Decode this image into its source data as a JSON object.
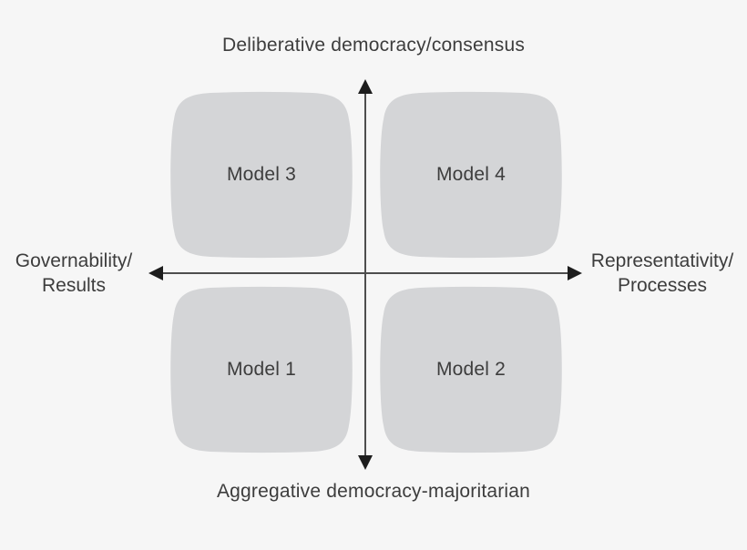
{
  "figure": {
    "type": "quadrant-diagram",
    "axes": {
      "top_label": "Deliberative democracy/consensus",
      "bottom_label": "Aggregative democracy-majoritarian",
      "left_label_line1": "Governability/",
      "left_label_line2": "Results",
      "right_label_line1": "Representativity/",
      "right_label_line2": "Processes"
    },
    "quadrants": [
      {
        "position": "top-left",
        "label": "Model 3"
      },
      {
        "position": "top-right",
        "label": "Model 4"
      },
      {
        "position": "bottom-left",
        "label": "Model 1"
      },
      {
        "position": "bottom-right",
        "label": "Model 2"
      }
    ],
    "colors": {
      "background": "#f6f6f6",
      "box_fill": "#d4d5d7",
      "text": "#3d3d3d",
      "axis_line": "#4d4d4d",
      "arrowhead": "#1d1d1d"
    }
  }
}
